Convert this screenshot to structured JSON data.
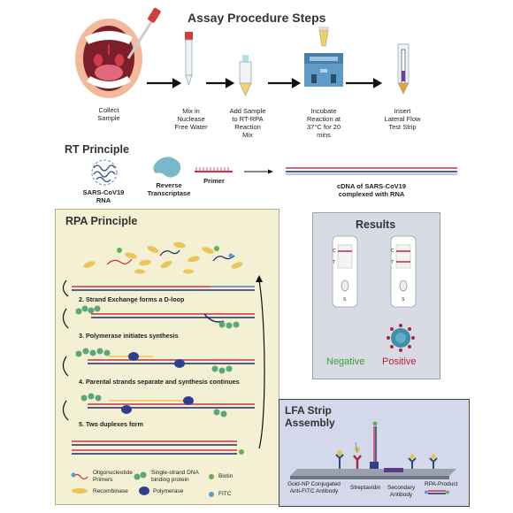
{
  "header": {
    "title": "Assay Procedure Steps"
  },
  "steps": [
    {
      "label": "Collect\nSample"
    },
    {
      "label": "Mix in\nNuclease\nFree Water"
    },
    {
      "label": "Add Sample\nto RT-RPA\nReaction\nMix"
    },
    {
      "label": "Incubate\nReaction at\n37°C for 20\nmins"
    },
    {
      "label": "Insert\nLateral Flow\nTest Strip"
    }
  ],
  "rt": {
    "title": "RT Principle",
    "virus_label": "SARS-CoV19\nRNA",
    "rt_label": "Reverse\nTranscriptase",
    "primer_label": "Primer",
    "cdna_label": "cDNA of SARS-CoV19\ncomplexed with RNA"
  },
  "rpa": {
    "title": "RPA Principle",
    "steps": [
      "2. Strand Exchange forms a D-loop",
      "3. Polymerase initiates synthesis",
      "4. Parental strands separate and synthesis continues",
      "5. Two duplexes form"
    ],
    "legend": {
      "oligo": "Oligonucleotide\nPrimers",
      "ssb": "Single-strand DNA\nbinding protein",
      "biotin": "Biotin",
      "recombinase": "Recombinase",
      "polymerase": "Polymerase",
      "fitc": "FITC"
    }
  },
  "results": {
    "title": "Results",
    "negative": "Negative",
    "positive": "Positive",
    "c_mark": "C",
    "t_mark": "T",
    "s_mark": "S",
    "colors": {
      "negative": "#3e9c3e",
      "positive": "#b2223a"
    }
  },
  "lfa": {
    "title": "LFA Strip\nAssembly",
    "gold_label": "Gold-NP Conjugated\nAnti-FITC Antibody",
    "strep_label": "Streptavidin",
    "secondary_label": "Secondary\nAntibody",
    "product_label": "RPA-Product"
  }
}
